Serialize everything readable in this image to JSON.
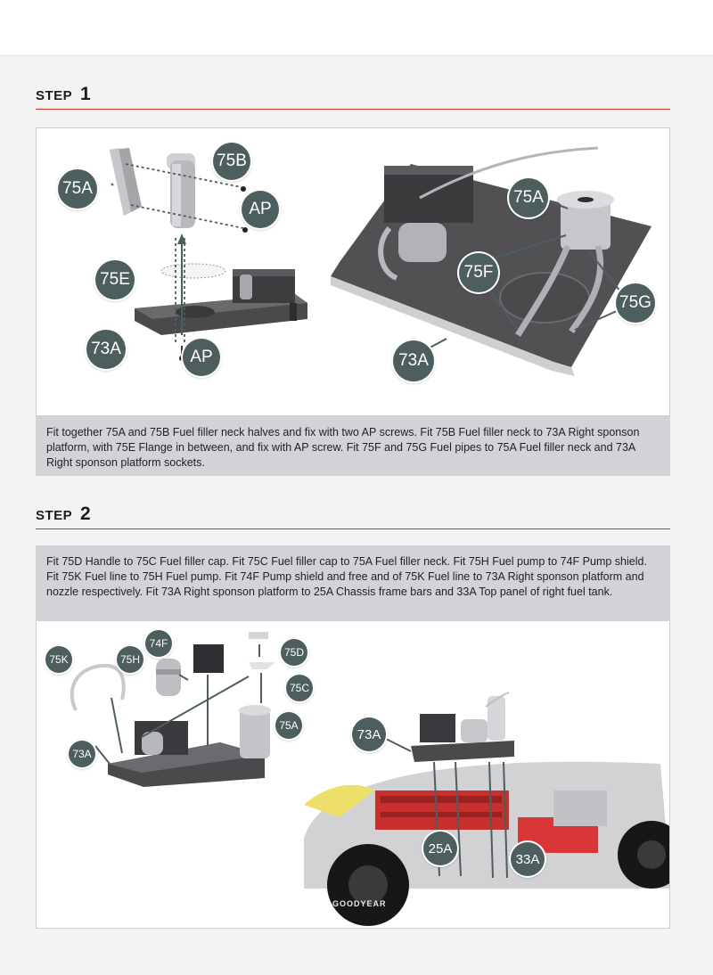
{
  "step1": {
    "word": "STEP",
    "number": "1",
    "labels": {
      "c75A_left": "75A",
      "c75B": "75B",
      "cAP_top": "AP",
      "c75E": "75E",
      "c73A_left": "73A",
      "cAP_bottom": "AP",
      "c75A_right": "75A",
      "c75F": "75F",
      "c75G": "75G",
      "c73A_right": "73A"
    },
    "instruction": "Fit together 75A and 75B Fuel filler neck halves and fix with two AP screws. Fit 75B Fuel filler neck to 73A Right sponson platform, with 75E Flange in between, and fix with AP screw. Fit 75F and 75G Fuel pipes to 75A Fuel filler neck and 73A Right sponson platform sockets."
  },
  "step2": {
    "word": "STEP",
    "number": "2",
    "instruction": "Fit 75D Handle to 75C Fuel filler cap. Fit 75C Fuel filler cap to 75A Fuel filler neck. Fit 75H Fuel pump to 74F Pump shield. Fit 75K Fuel line to 75H Fuel pump. Fit 74F Pump shield and free and of 75K Fuel line to 73A Right sponson platform and nozzle respectively. Fit 73A Right sponson platform to 25A Chassis frame bars and 33A Top panel of right fuel tank.",
    "labels": {
      "c75K": "75K",
      "c75H": "75H",
      "c74F": "74F",
      "c75D": "75D",
      "c75C": "75C",
      "c75A": "75A",
      "c73A_left": "73A",
      "c73A_car": "73A",
      "c25A": "25A",
      "c33A": "33A"
    },
    "tyre_text": "GOODYEAR"
  },
  "colors": {
    "accent_rule": "#c0392b",
    "callout": "#4c5e5d",
    "caption_bg": "#d3d2d7"
  }
}
